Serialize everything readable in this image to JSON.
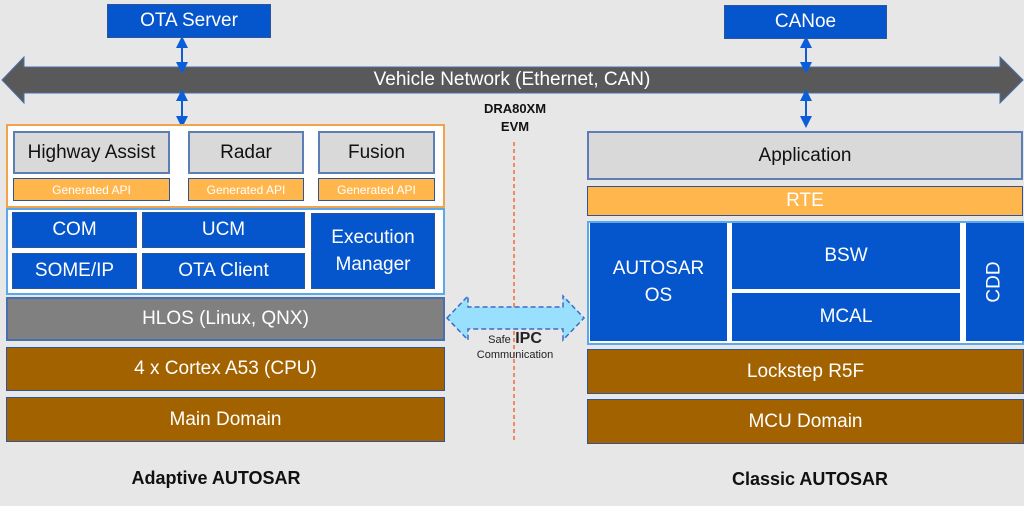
{
  "top": {
    "ota_server": "OTA Server",
    "canoe": "CANoe",
    "network": "Vehicle Network (Ethernet, CAN)"
  },
  "center": {
    "board_line1": "DRA80XM",
    "board_line2": "EVM",
    "ipc_safe": "Safe",
    "ipc_label": "IPC",
    "ipc_comm": "Communication"
  },
  "adaptive": {
    "apps": [
      {
        "name": "Highway Assist",
        "api": "Generated API"
      },
      {
        "name": "Radar",
        "api": "Generated API"
      },
      {
        "name": "Fusion",
        "api": "Generated API"
      }
    ],
    "services": {
      "com": "COM",
      "ucm": "UCM",
      "someip": "SOME/IP",
      "ota_client": "OTA Client",
      "exec_line1": "Execution",
      "exec_line2": "Manager"
    },
    "hlos": "HLOS (Linux, QNX)",
    "cpu": "4 x Cortex A53 (CPU)",
    "domain": "Main Domain",
    "title": "Adaptive AUTOSAR"
  },
  "classic": {
    "application": "Application",
    "rte": "RTE",
    "os_line1": "AUTOSAR",
    "os_line2": "OS",
    "bsw": "BSW",
    "mcal": "MCAL",
    "cdd": "CDD",
    "cpu": "Lockstep R5F",
    "domain": "MCU Domain",
    "title": "Classic AUTOSAR"
  },
  "colors": {
    "blue": "#0555cc",
    "orange": "#ffb74d",
    "brown": "#a36200",
    "network": "#595959",
    "ipc": "#99e0ff"
  }
}
